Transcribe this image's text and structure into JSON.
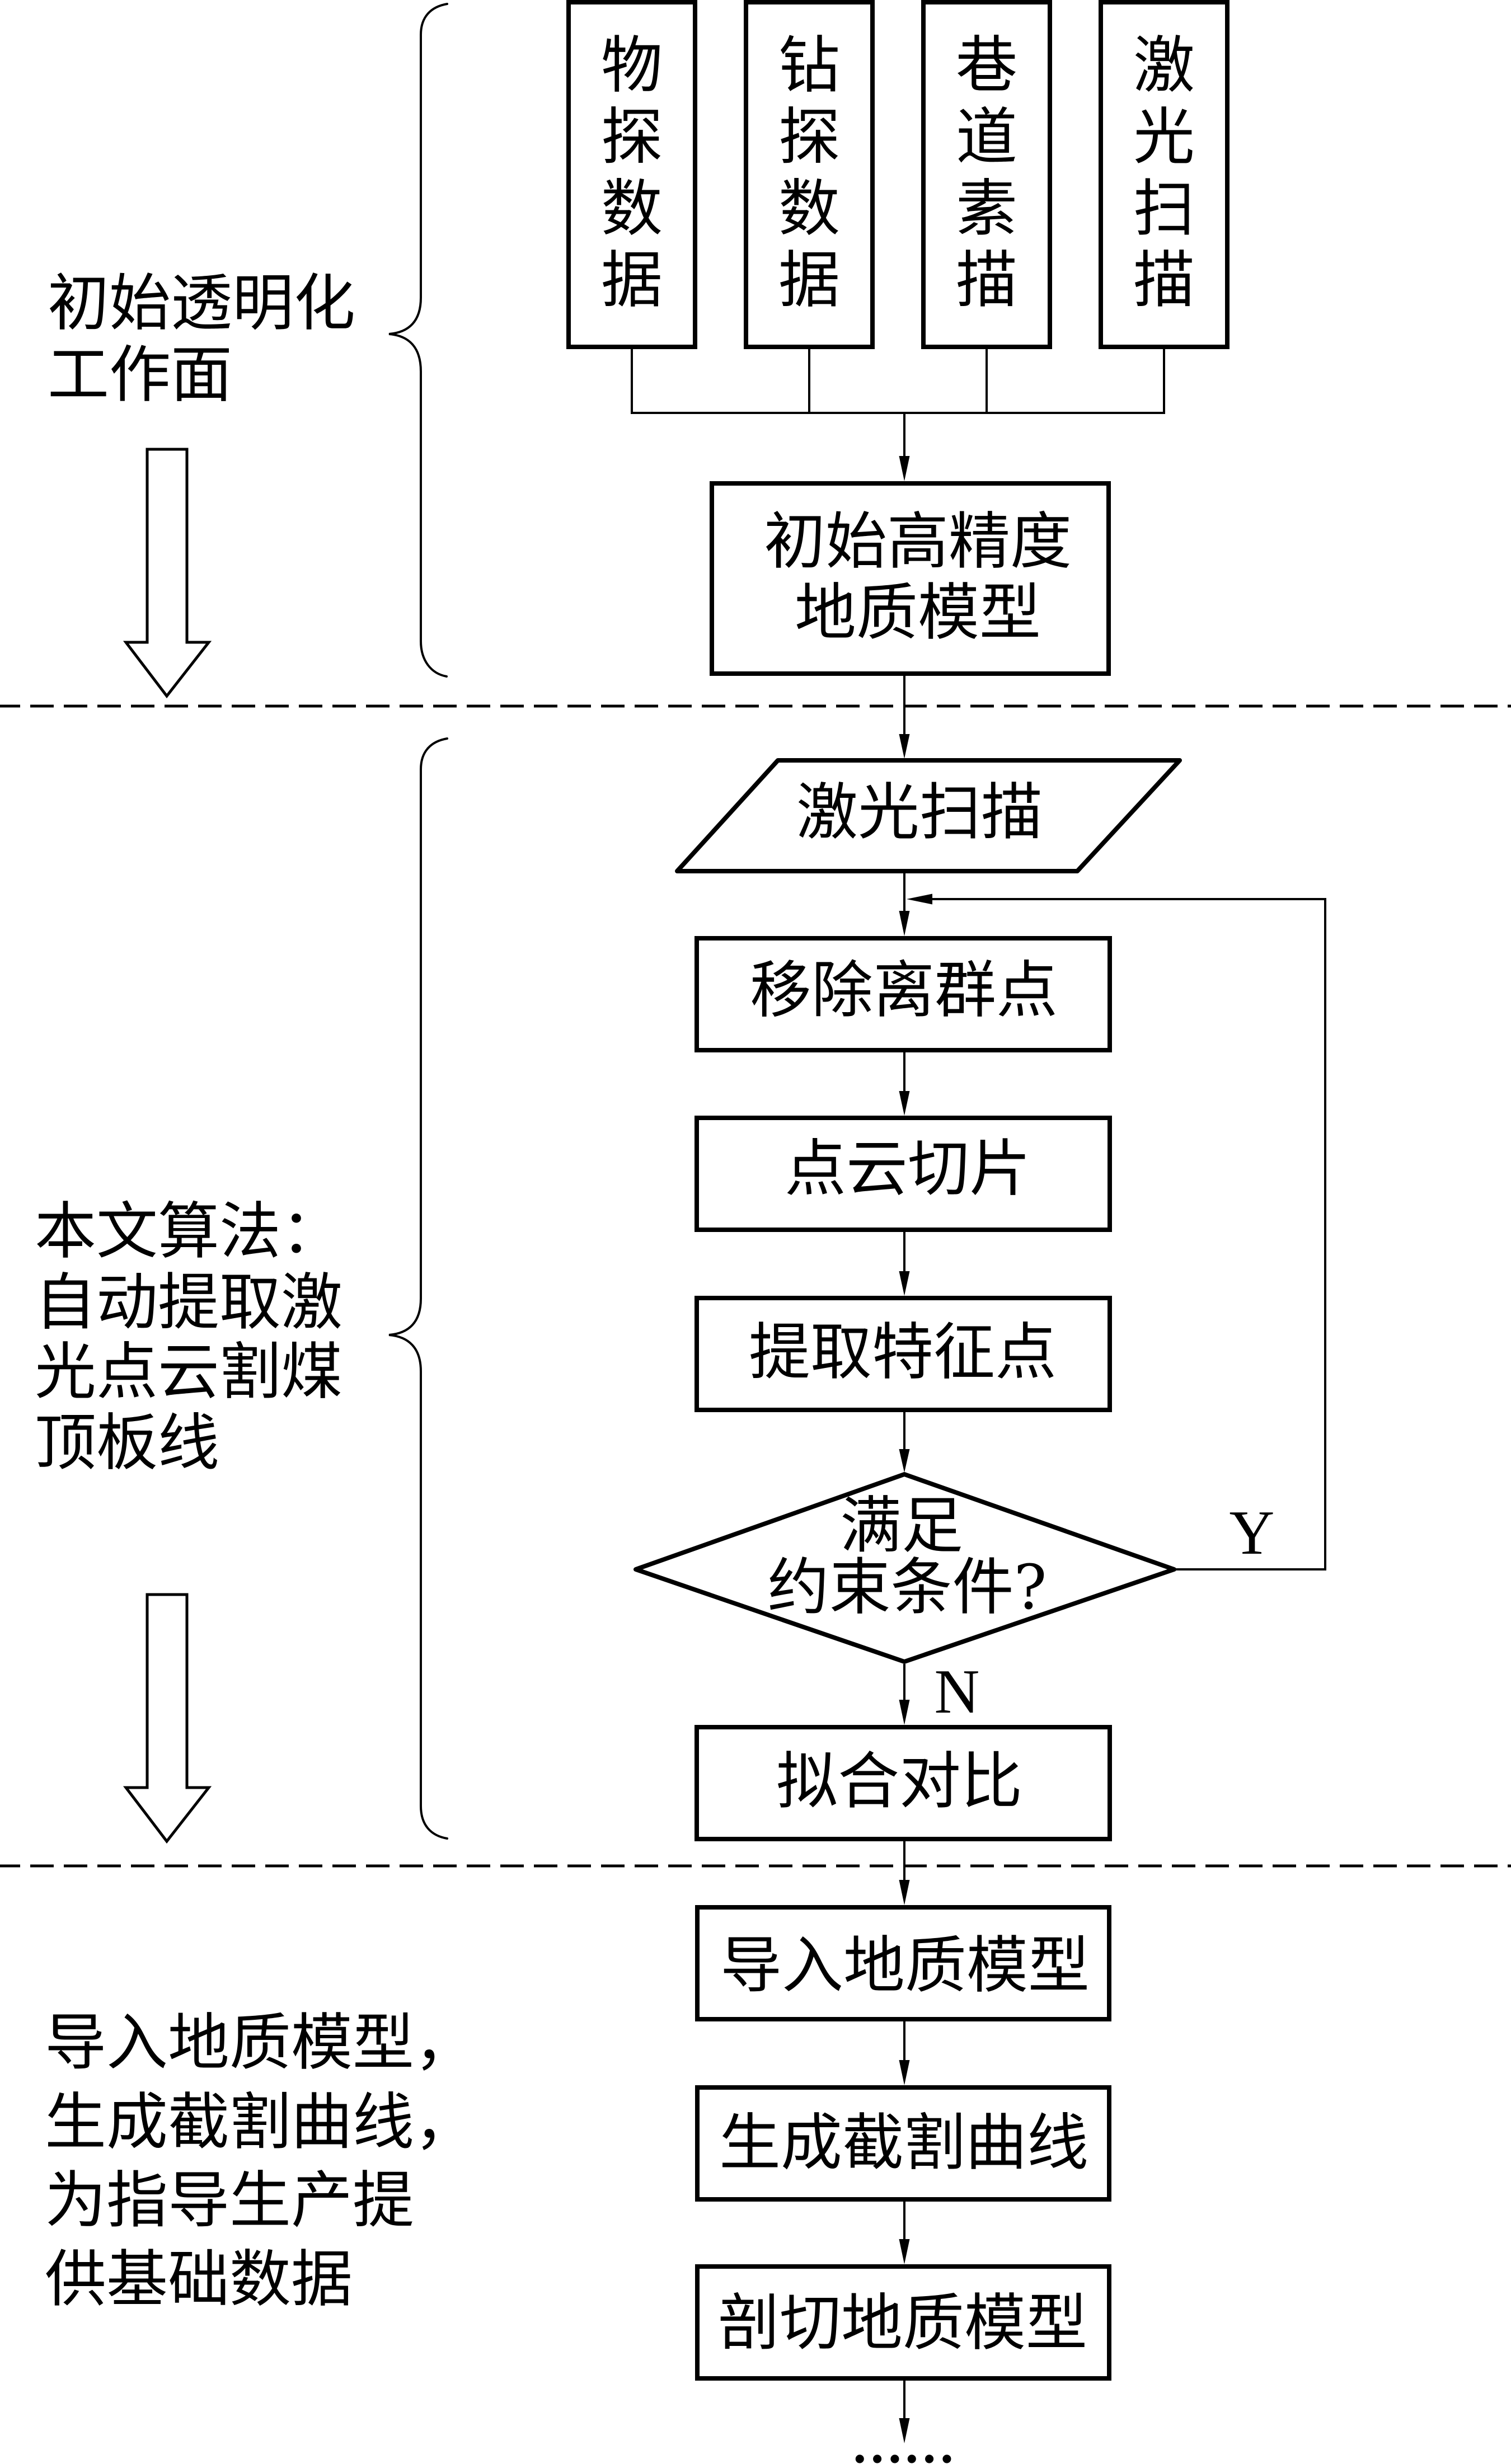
{
  "left_labels": {
    "initial_workface": [
      "初始透明化",
      "工作面"
    ],
    "algorithm": [
      "本文算法：",
      "自动提取激",
      "光点云割煤",
      "顶板线"
    ],
    "application": [
      "导入地质模型，",
      "生成截割曲线，",
      "为指导生产提",
      "供基础数据"
    ]
  },
  "data_sources": [
    "物探数据",
    "钻探数据",
    "巷道素描",
    "激光扫描"
  ],
  "initial_model": [
    "初始高精度",
    "地质模型"
  ],
  "scan_input": "激光扫描",
  "loop_steps": [
    "移除离群点",
    "点云切片",
    "提取特征点"
  ],
  "decision": {
    "lines": [
      "满足",
      "约束条件?"
    ],
    "yes_label": "Y",
    "no_label": "N"
  },
  "fit_step": "拟合对比",
  "model_steps": [
    "导入地质模型",
    "生成截割曲线",
    "剖切地质模型"
  ],
  "continuation": "……"
}
